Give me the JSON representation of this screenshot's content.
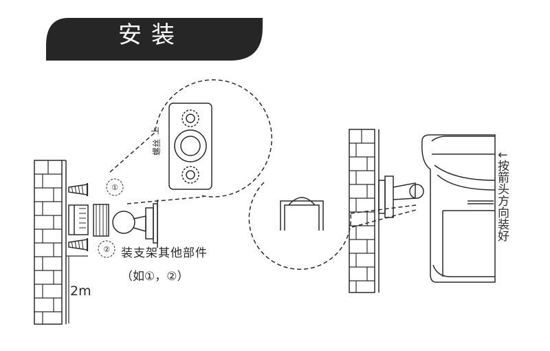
{
  "banner": {
    "title": "安装",
    "background": "#262626",
    "text_color": "#ffffff"
  },
  "labels": {
    "bracket_instruction": "装支架其他部件",
    "bracket_example": "（如①，②）",
    "height": "2m",
    "marker_1": "①",
    "marker_2": "②",
    "zoom_top": "上",
    "zoom_screw": "螺丝",
    "direction": "↓按箭头方向装好"
  }
}
